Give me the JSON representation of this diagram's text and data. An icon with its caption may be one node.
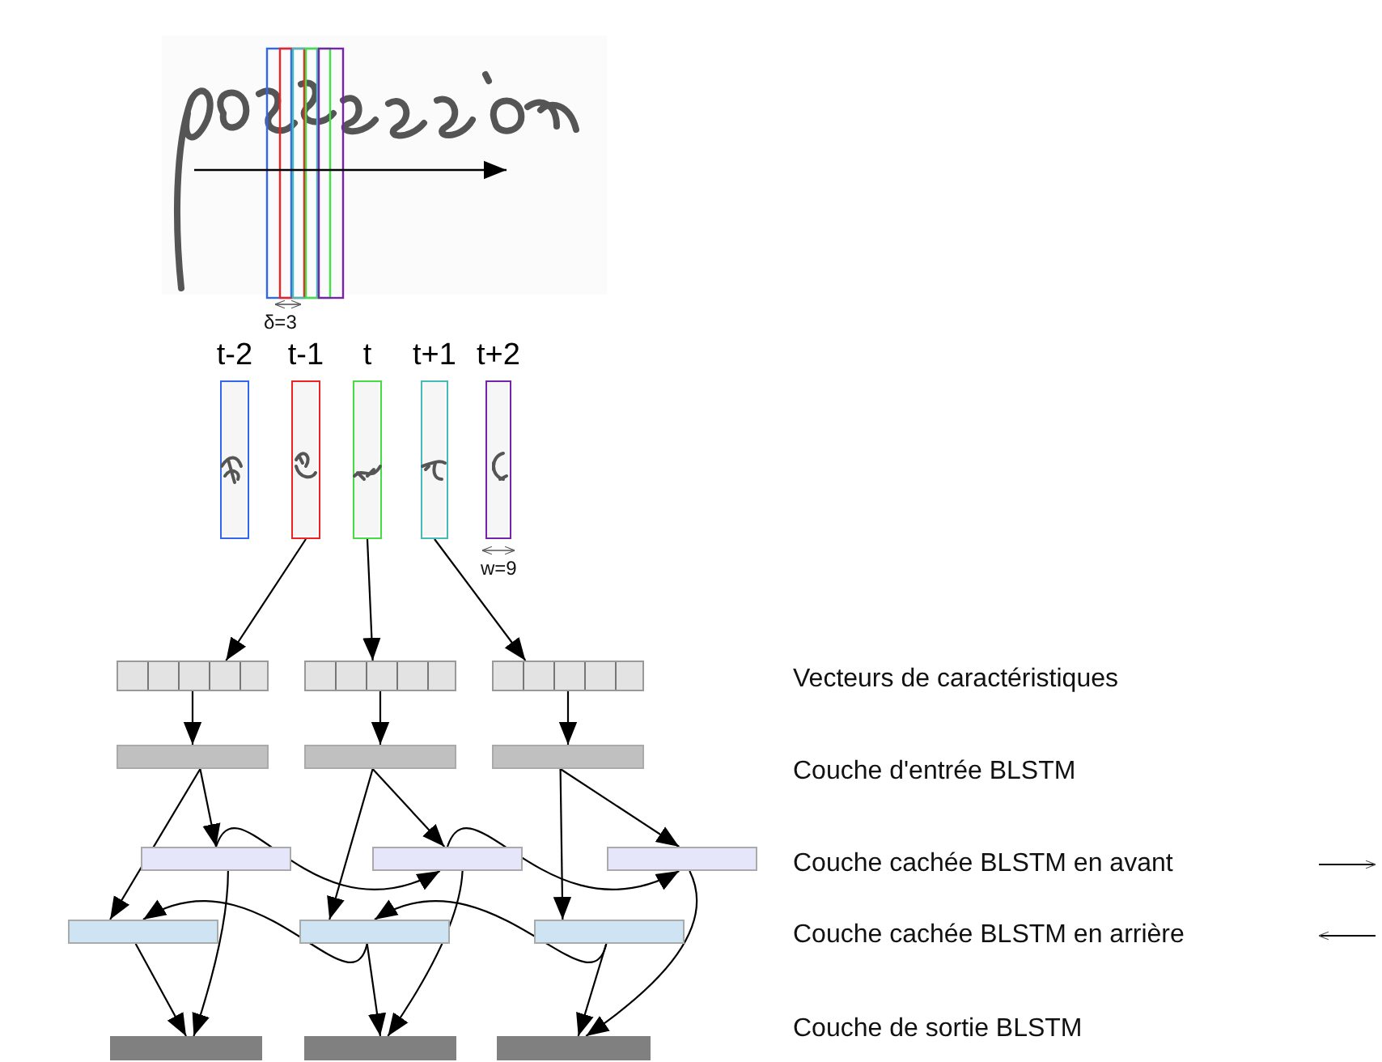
{
  "diagram": {
    "nodes": [
      {
        "text": [
          "t-2"
        ]
      },
      {
        "text": [
          "t-1"
        ]
      },
      {
        "text": [
          "t"
        ]
      },
      {
        "text": [
          "t+1"
        ]
      },
      {
        "text": [
          "t+2"
        ]
      },
      {
        "text": [],
        "shape": "box"
      },
      {
        "text": [],
        "shape": "box"
      },
      {
        "text": [],
        "shape": "box"
      },
      {
        "text": [],
        "shape": "bar"
      },
      {
        "text": [],
        "shape": "bar"
      },
      {
        "text": [],
        "shape": "bar"
      },
      {
        "text": [],
        "shape": "bar"
      },
      {
        "text": [],
        "shape": "bar"
      },
      {
        "text": [],
        "shape": "bar"
      },
      {
        "text": [],
        "shape": "bar"
      },
      {
        "text": [],
        "shape": "bar"
      },
      {
        "text": [],
        "shape": "bar"
      },
      {
        "text": [],
        "shape": "bar"
      },
      {
        "text": [],
        "shape": "bar"
      },
      {
        "text": [],
        "shape": "bar"
      }
    ],
    "edges": [
      {
        "from": 1,
        "to": 5,
        "arrow": "to"
      },
      {
        "from": 2,
        "to": 6,
        "arrow": "to"
      },
      {
        "from": 3,
        "to": 7,
        "arrow": "to"
      },
      {
        "from": 5,
        "to": 8,
        "arrow": "to"
      },
      {
        "from": 6,
        "to": 9,
        "arrow": "to"
      },
      {
        "from": 7,
        "to": 10,
        "arrow": "to"
      },
      {
        "from": 8,
        "to": 14,
        "arrow": "to"
      },
      {
        "from": 8,
        "to": 11,
        "arrow": "to"
      },
      {
        "from": 9,
        "to": 15,
        "arrow": "to"
      },
      {
        "from": 9,
        "to": 12,
        "arrow": "to"
      },
      {
        "from": 10,
        "to": 16,
        "arrow": "to"
      },
      {
        "from": 10,
        "to": 13,
        "arrow": "to"
      },
      {
        "from": 11,
        "to": 12,
        "arrow": "to"
      },
      {
        "from": 12,
        "to": 13,
        "arrow": "to"
      },
      {
        "from": 16,
        "to": 15,
        "arrow": "to"
      },
      {
        "from": 15,
        "to": 14,
        "arrow": "to"
      },
      {
        "from": 14,
        "to": 17,
        "arrow": "to"
      },
      {
        "from": 11,
        "to": 17,
        "arrow": "to"
      },
      {
        "from": 15,
        "to": 18,
        "arrow": "to"
      },
      {
        "from": 12,
        "to": 18,
        "arrow": "to"
      },
      {
        "from": 16,
        "to": 19,
        "arrow": "to"
      },
      {
        "from": 13,
        "to": 19,
        "arrow": "to"
      }
    ],
    "labels": [
      "δ=3",
      "w=9",
      "Vecteurs de caractéristiques",
      "Couche d'entrée BLSTM",
      "Couche cachée BLSTM en avant",
      "Couche cachée BLSTM en arrière",
      "Couche de sortie BLSTM"
    ]
  }
}
